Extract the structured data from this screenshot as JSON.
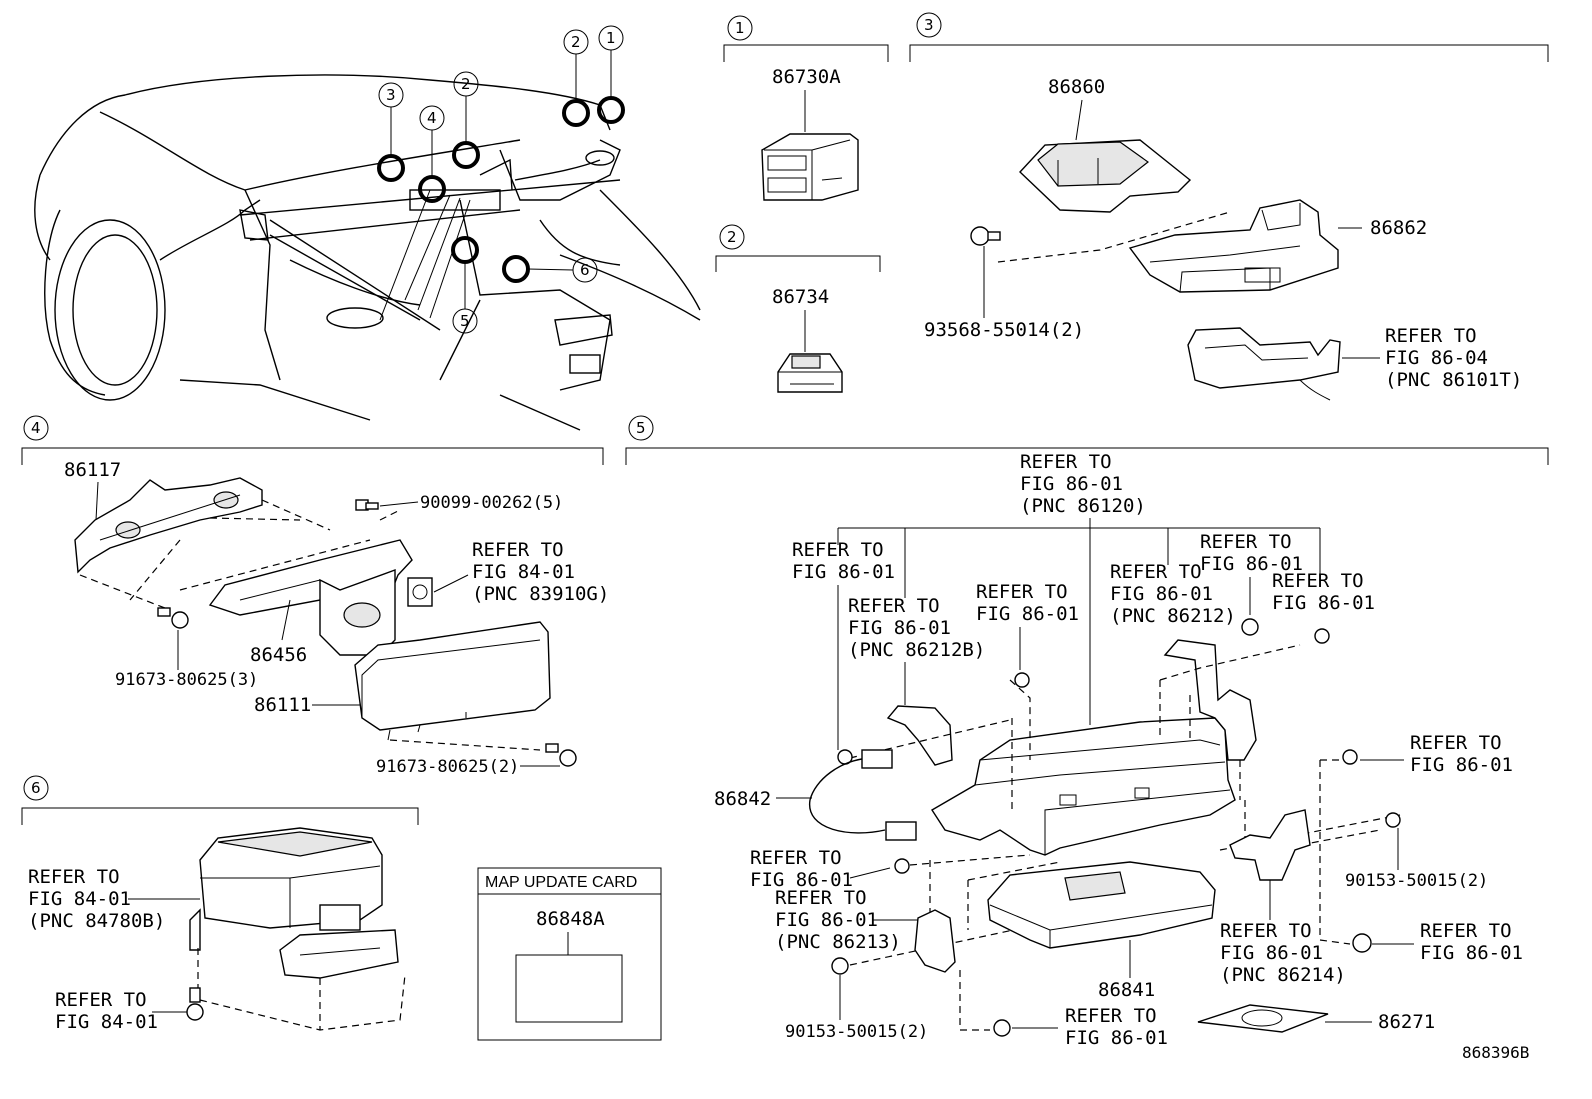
{
  "diagram_code": "868396B",
  "callouts": [
    "1",
    "2",
    "3",
    "4",
    "5",
    "6"
  ],
  "vehicle_view": {
    "markers": [
      {
        "no": "3"
      },
      {
        "no": "4"
      },
      {
        "no": "2"
      },
      {
        "no": "2"
      },
      {
        "no": "1"
      },
      {
        "no": "5"
      },
      {
        "no": "6"
      }
    ]
  },
  "section1": {
    "callout": "1",
    "part": "86730A"
  },
  "section2": {
    "callout": "2",
    "part": "86734"
  },
  "section3": {
    "callout": "3",
    "parts": [
      "86860",
      "86862",
      "93568-55014(2)"
    ],
    "refer": [
      "REFER TO",
      "FIG 86-04",
      "(PNC 86101T)"
    ]
  },
  "section4": {
    "callout": "4",
    "parts": [
      "86117",
      "90099-00262(5)",
      "86456",
      "91673-80625(3)",
      "86111",
      "91673-80625(2)"
    ],
    "refer": [
      "REFER TO",
      "FIG 84-01",
      "(PNC 83910G)"
    ]
  },
  "section5": {
    "callout": "5",
    "top_refer": [
      "REFER TO",
      "FIG 86-01",
      "(PNC 86120)"
    ],
    "refers": [
      {
        "lines": [
          "REFER TO",
          "FIG 86-01"
        ]
      },
      {
        "lines": [
          "REFER TO",
          "FIG 86-01",
          "(PNC 86212B)"
        ]
      },
      {
        "lines": [
          "REFER TO",
          "FIG 86-01"
        ]
      },
      {
        "lines": [
          "REFER TO",
          "FIG 86-01",
          "(PNC 86212)"
        ]
      },
      {
        "lines": [
          "REFER TO",
          "FIG 86-01"
        ]
      },
      {
        "lines": [
          "REFER TO",
          "FIG 86-01"
        ]
      },
      {
        "lines": [
          "REFER TO",
          "FIG 86-01"
        ]
      },
      {
        "lines": [
          "REFER TO",
          "FIG 86-01"
        ]
      },
      {
        "lines": [
          "REFER TO",
          "FIG 86-01",
          "(PNC 86213)"
        ]
      },
      {
        "lines": [
          "REFER TO",
          "FIG 86-01",
          "(PNC 86214)"
        ]
      },
      {
        "lines": [
          "REFER TO",
          "FIG 86-01"
        ]
      },
      {
        "lines": [
          "REFER TO",
          "FIG 86-01"
        ]
      }
    ],
    "parts": [
      "86842",
      "90153-50015(2)",
      "90153-50015(2)",
      "86841",
      "86271"
    ]
  },
  "section6": {
    "callout": "6",
    "refer_top": [
      "REFER TO",
      "FIG 84-01",
      "(PNC 84780B)"
    ],
    "refer_bottom": [
      "REFER TO",
      "FIG 84-01"
    ]
  },
  "map_card": {
    "title": "MAP UPDATE CARD",
    "part": "86848A"
  }
}
